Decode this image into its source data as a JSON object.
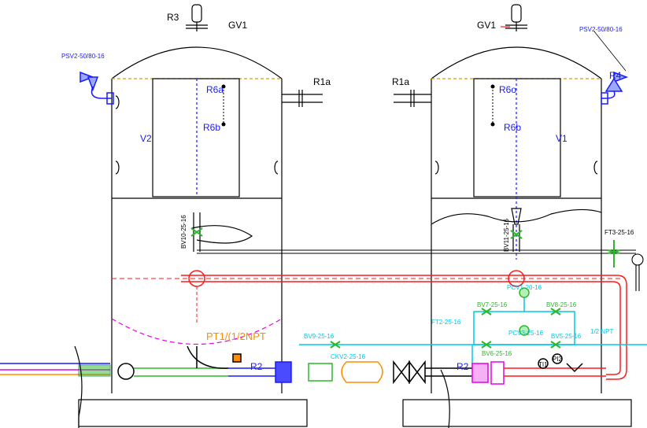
{
  "labels": {
    "r3": "R3",
    "gv1_left": "GV1",
    "gv1_right": "GV1",
    "psv_left": "PSV2-50/80-16",
    "psv_right": "PSV2-50/80-16",
    "r4": "R4",
    "r1a_left": "R1a",
    "r1a_right": "R1a",
    "r6a": "R6a",
    "r6b_left": "R6b",
    "r6o": "R6o",
    "r6b_right": "R6b",
    "v2": "V2",
    "v1": "V1",
    "bv10": "BV10-25-16",
    "bv11": "BV11-25-16",
    "ft3": "FT3-25-16",
    "pcv1": "PCV1-20-16",
    "bv7": "BV7-25-16",
    "bv8": "BV8-25-16",
    "ft2": "FT2-25-16",
    "pcv": "PCV3-25-16",
    "bv5": "BV5-25-16",
    "bv6": "BV6-25-16",
    "bv9": "BV9-25-16",
    "cv": "CKV2-25-16",
    "pt1": "PT1/(1/2NPT",
    "r2_left": "R2",
    "r2_right": "R2",
    "npt": "1/2 NPT",
    "ti1": "TI1",
    "pi2": "PI2"
  },
  "colors": {
    "line": "#000000",
    "red": "#ff1a1a",
    "cyan": "#00c8e6",
    "green": "#2bb82b",
    "blue": "#1a1aff",
    "magenta": "#e600e6",
    "orange": "#ff8c00",
    "dark_green": "#007a3d"
  }
}
